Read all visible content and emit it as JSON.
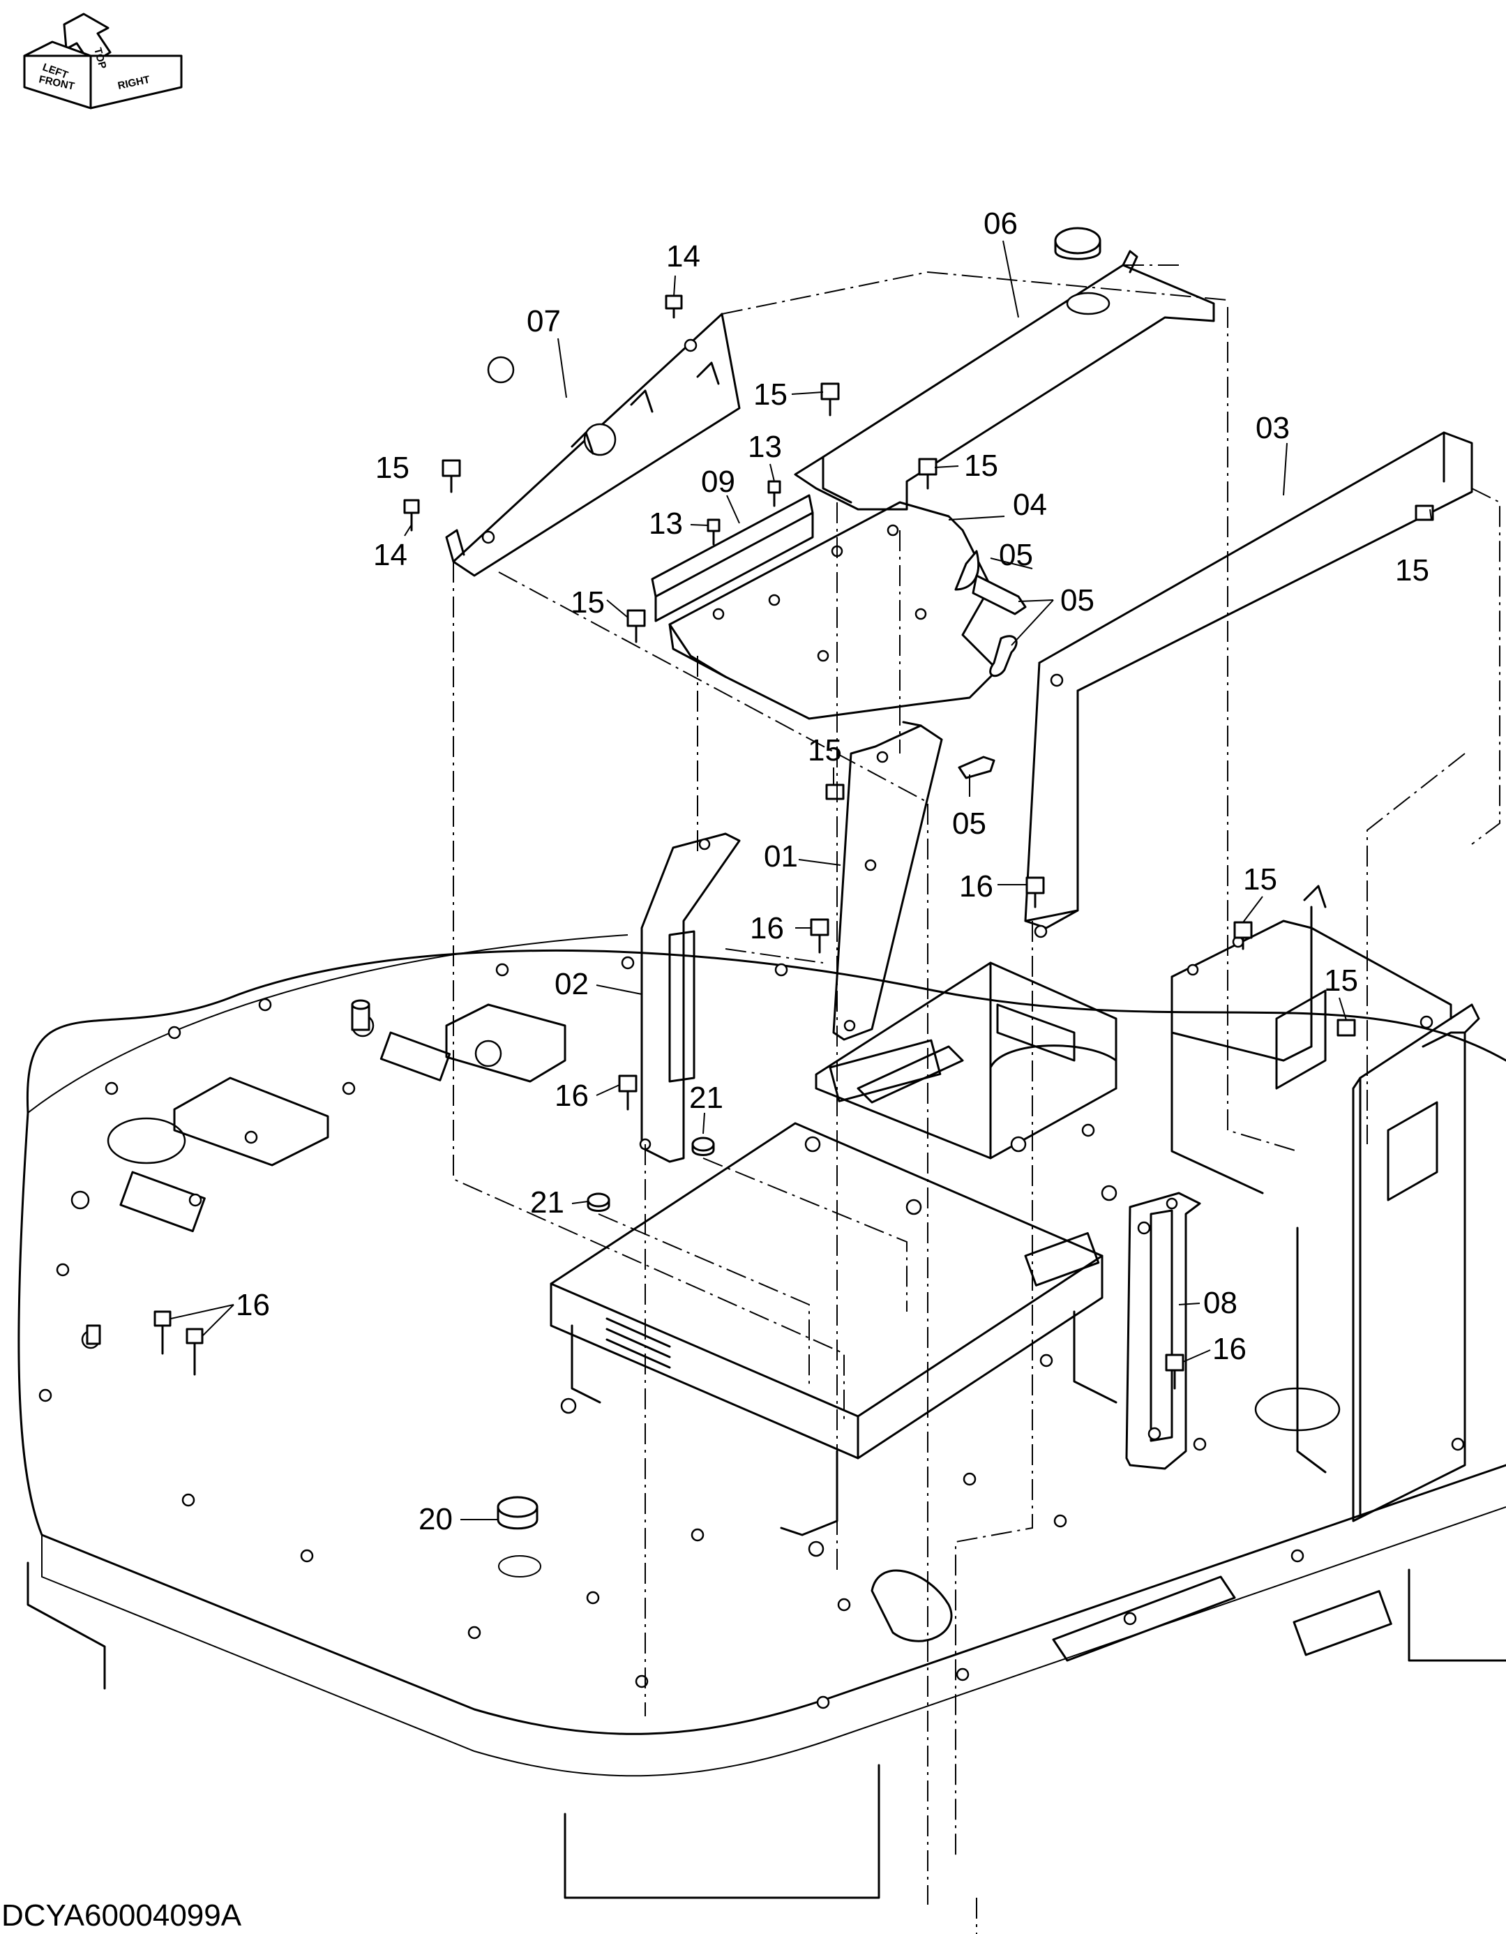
{
  "orientation_cube": {
    "front": "FRONT",
    "left": "LEFT",
    "top": "TOP",
    "right": "RIGHT"
  },
  "drawing_code": "DCYA60004099A",
  "callouts": [
    {
      "id": "c14a",
      "label": "14"
    },
    {
      "id": "c07",
      "label": "07"
    },
    {
      "id": "c06",
      "label": "06"
    },
    {
      "id": "c15a",
      "label": "15"
    },
    {
      "id": "c15b",
      "label": "15"
    },
    {
      "id": "c13a",
      "label": "13"
    },
    {
      "id": "c15c",
      "label": "15"
    },
    {
      "id": "c03",
      "label": "03"
    },
    {
      "id": "c09",
      "label": "09"
    },
    {
      "id": "c04",
      "label": "04"
    },
    {
      "id": "c13b",
      "label": "13"
    },
    {
      "id": "c14b",
      "label": "14"
    },
    {
      "id": "c05a",
      "label": "05"
    },
    {
      "id": "c15d",
      "label": "15"
    },
    {
      "id": "c05b",
      "label": "05"
    },
    {
      "id": "c15e",
      "label": "15"
    },
    {
      "id": "c15f",
      "label": "15"
    },
    {
      "id": "c05c",
      "label": "05"
    },
    {
      "id": "c01",
      "label": "01"
    },
    {
      "id": "c16a",
      "label": "16"
    },
    {
      "id": "c15g",
      "label": "15"
    },
    {
      "id": "c16b",
      "label": "16"
    },
    {
      "id": "c15h",
      "label": "15"
    },
    {
      "id": "c02",
      "label": "02"
    },
    {
      "id": "c16c",
      "label": "16"
    },
    {
      "id": "c21a",
      "label": "21"
    },
    {
      "id": "c21b",
      "label": "21"
    },
    {
      "id": "c16d",
      "label": "16"
    },
    {
      "id": "c08",
      "label": "08"
    },
    {
      "id": "c16e",
      "label": "16"
    },
    {
      "id": "c20",
      "label": "20"
    }
  ]
}
